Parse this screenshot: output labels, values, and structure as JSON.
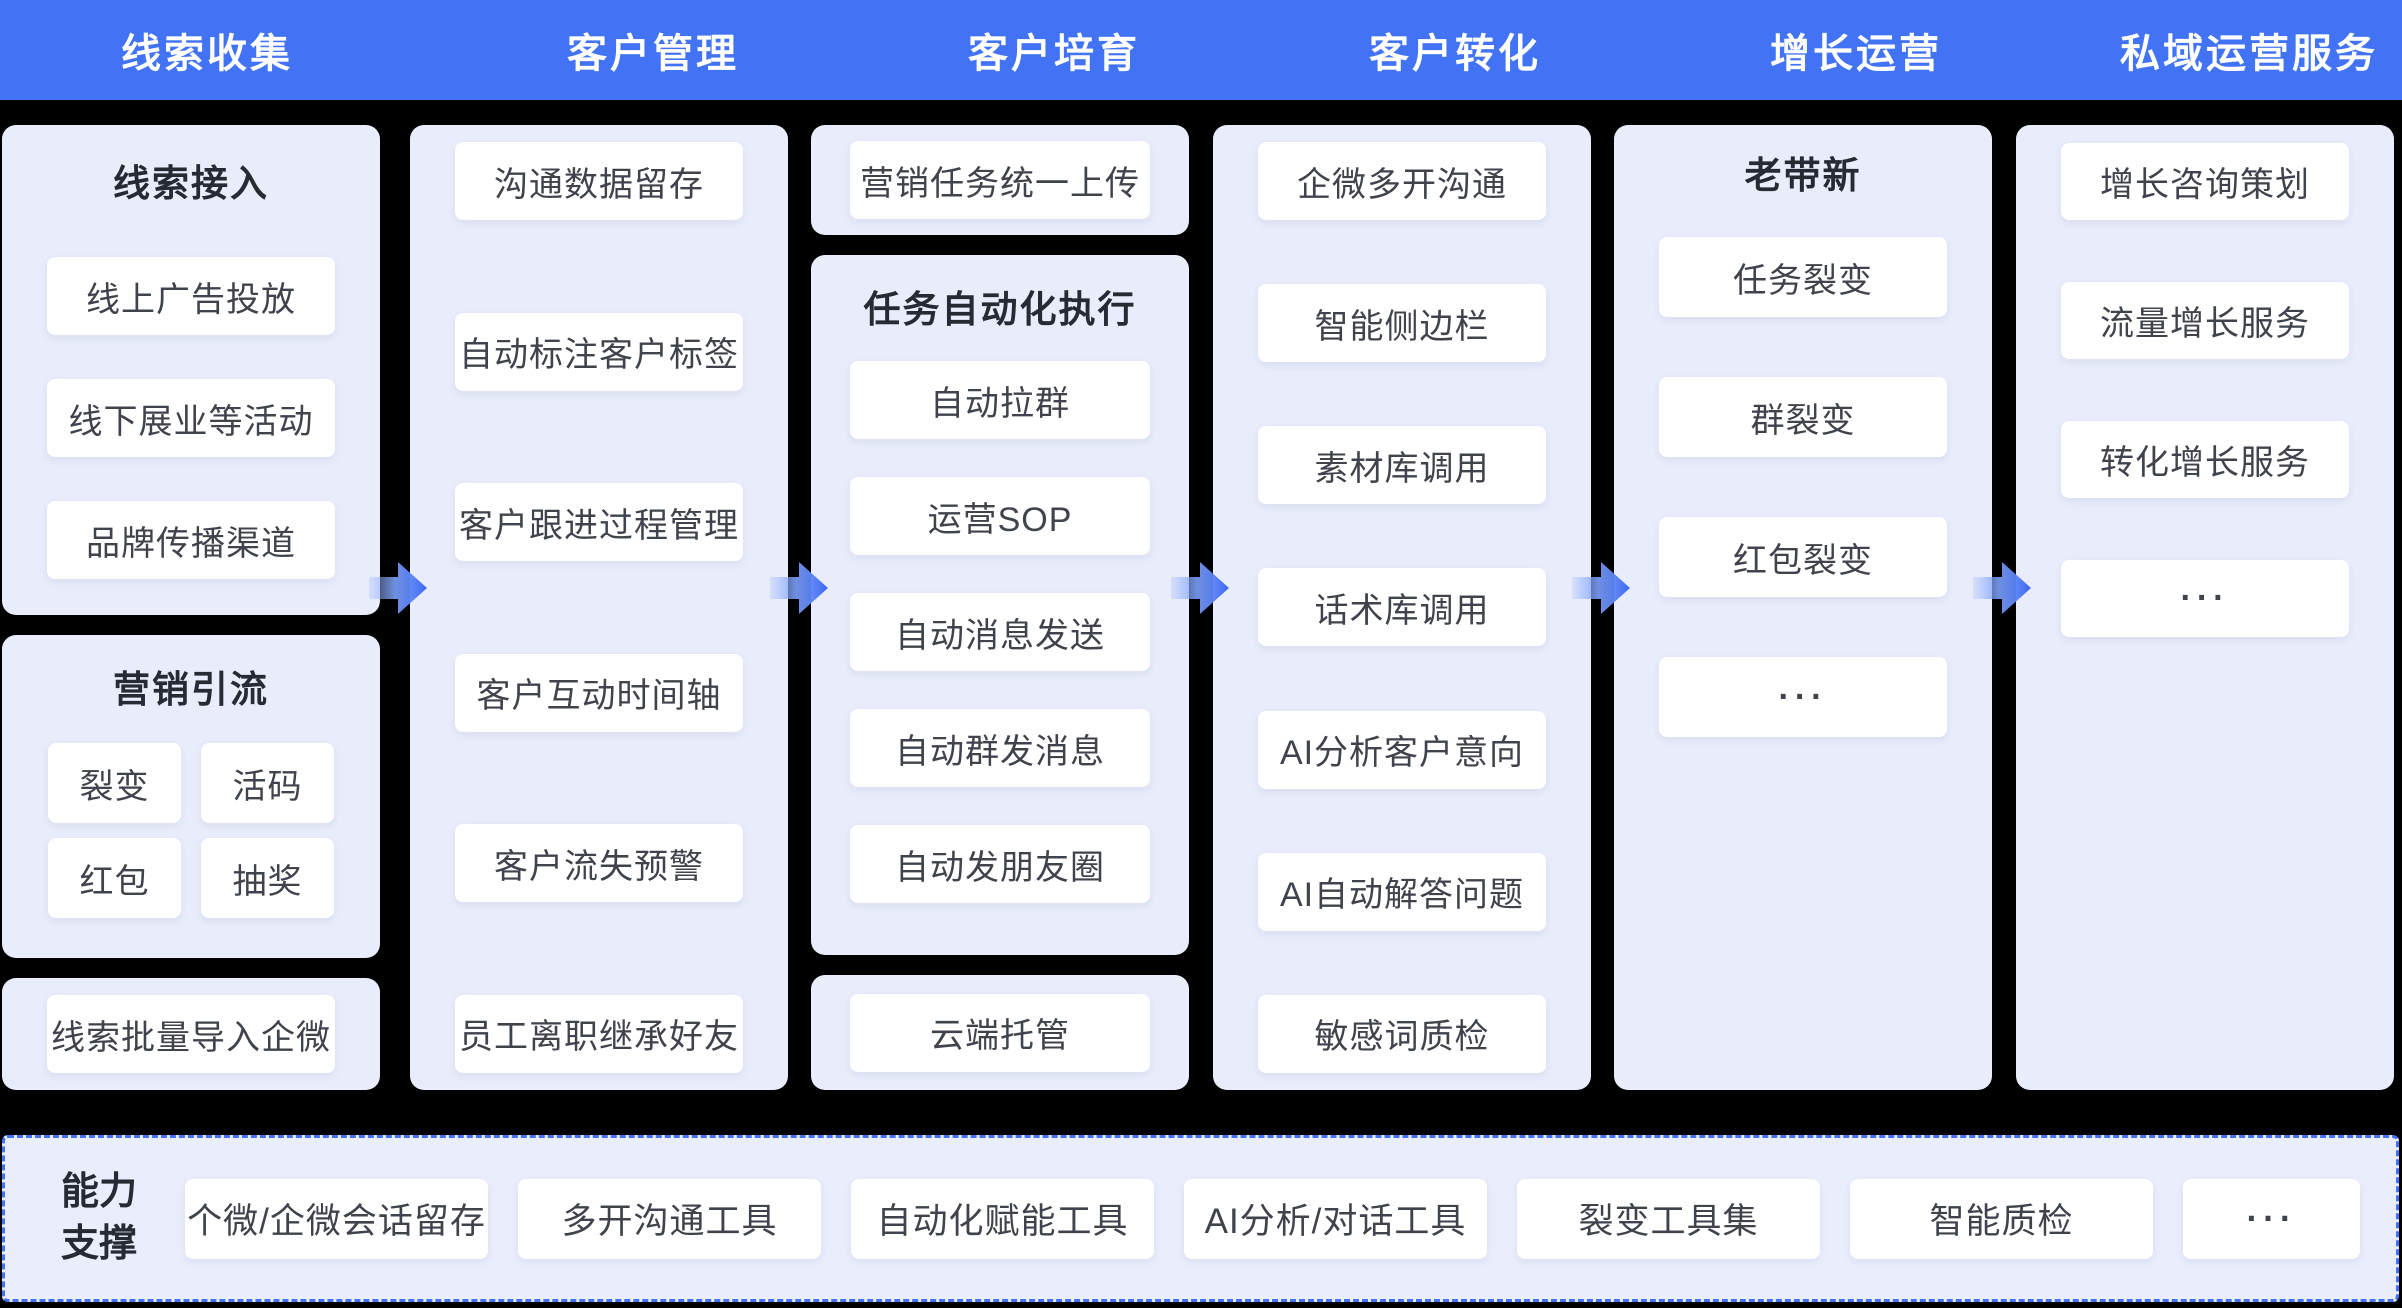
{
  "flow_stages": [
    {
      "label": "线索收集",
      "sections": [
        {
          "title": "线索接入",
          "items": [
            "线上广告投放",
            "线下展业等活动",
            "品牌传播渠道"
          ]
        },
        {
          "title": "营销引流",
          "items": [
            "裂变",
            "活码",
            "红包",
            "抽奖"
          ]
        },
        {
          "title": "",
          "items": [
            "线索批量导入企微"
          ]
        }
      ]
    },
    {
      "label": "客户管理",
      "sections": [
        {
          "title": "",
          "items": [
            "沟通数据留存",
            "自动标注客户标签",
            "客户跟进过程管理",
            "客户互动时间轴",
            "客户流失预警",
            "员工离职继承好友"
          ]
        }
      ]
    },
    {
      "label": "客户培育",
      "sections": [
        {
          "title": "",
          "items": [
            "营销任务统一上传"
          ]
        },
        {
          "title": "任务自动化执行",
          "items": [
            "自动拉群",
            "运营SOP",
            "自动消息发送",
            "自动群发消息",
            "自动发朋友圈"
          ]
        },
        {
          "title": "",
          "items": [
            "云端托管"
          ]
        }
      ]
    },
    {
      "label": "客户转化",
      "sections": [
        {
          "title": "",
          "items": [
            "企微多开沟通",
            "智能侧边栏",
            "素材库调用",
            "话术库调用",
            "AI分析客户意向",
            "AI自动解答问题",
            "敏感词质检"
          ]
        }
      ]
    },
    {
      "label": "增长运营",
      "sections": [
        {
          "title": "老带新",
          "items": [
            "任务裂变",
            "群裂变",
            "红包裂变",
            "···"
          ]
        }
      ]
    },
    {
      "label": "私域运营服务",
      "sections": [
        {
          "title": "",
          "items": [
            "增长咨询策划",
            "流量增长服务",
            "转化增长服务",
            "···"
          ]
        }
      ]
    }
  ],
  "capability_bar": {
    "label": "能力支撑",
    "items": [
      "个微/企微会话留存",
      "多开沟通工具",
      "自动化赋能工具",
      "AI分析/对话工具",
      "裂变工具集",
      "智能质检",
      "···"
    ]
  },
  "colors": {
    "banner_blue": "#4373f5",
    "panel_bg": "#e8ecfb",
    "box_bg": "#ffffff",
    "arrow_blue": "#3a67f2",
    "bar_border_blue": "#4373f5",
    "background": "#000000",
    "text_dark": "#3f434c"
  }
}
